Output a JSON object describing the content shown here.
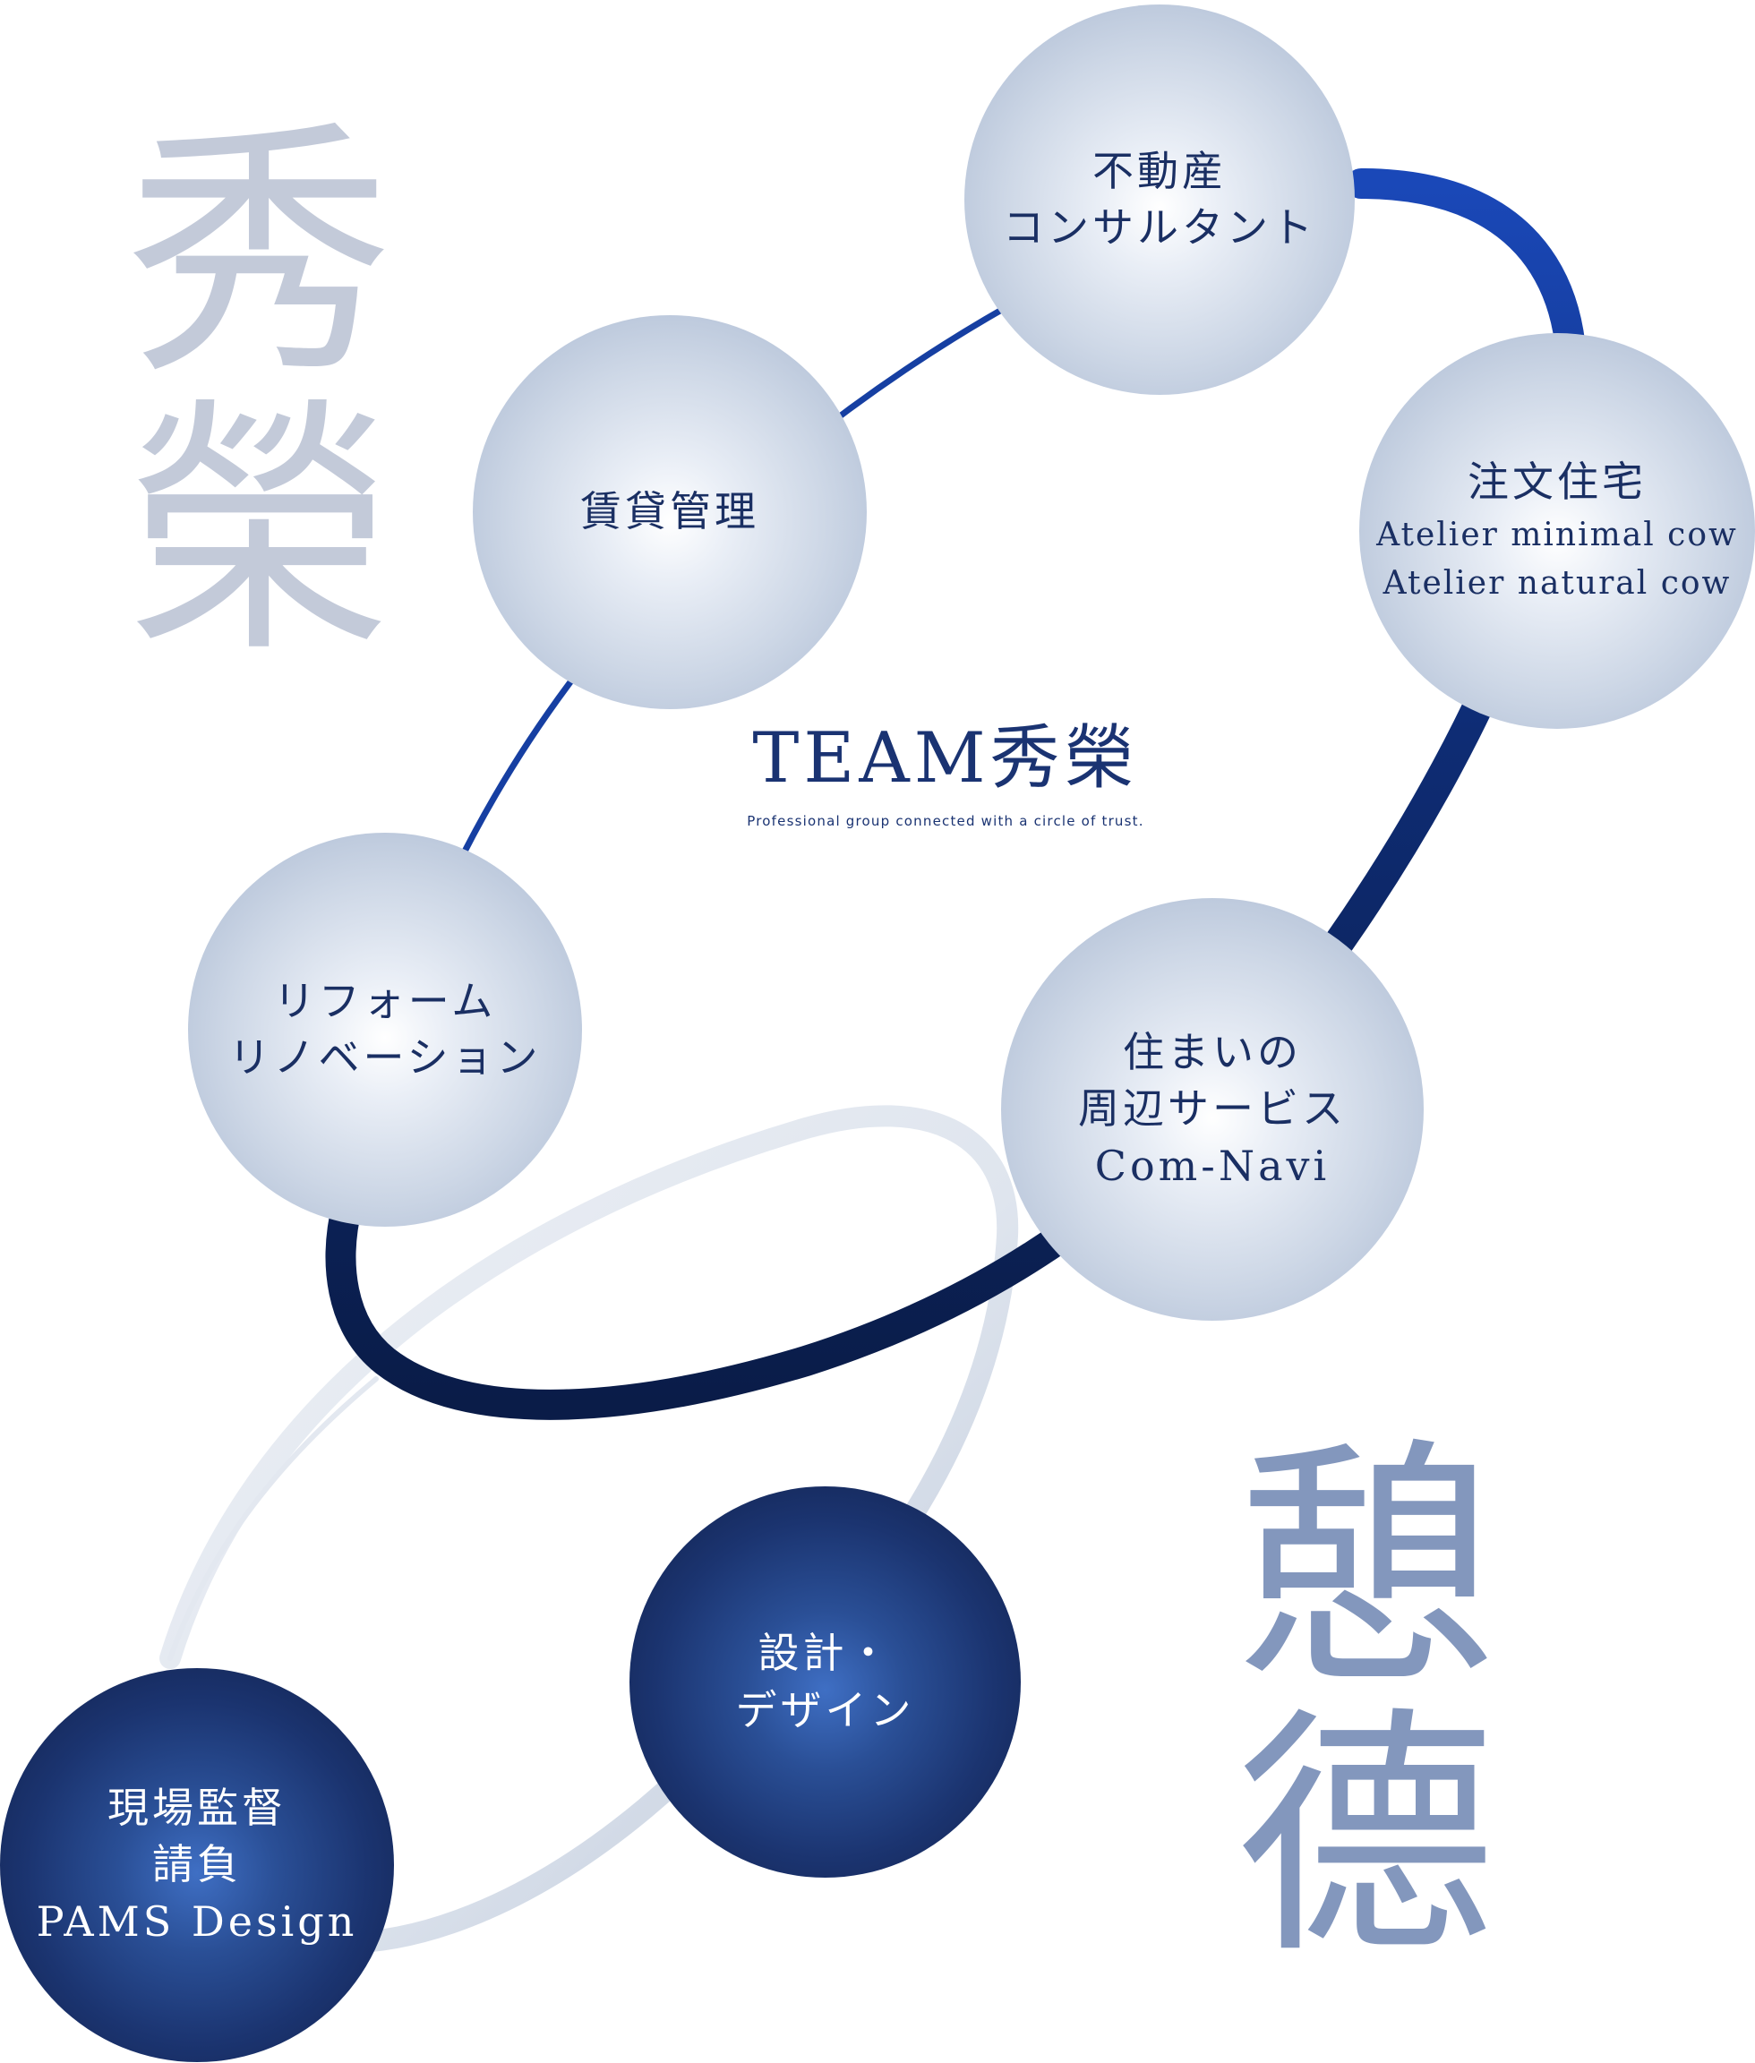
{
  "kanji": {
    "top_left": [
      "秀",
      "榮"
    ],
    "bottom_right": [
      "憩",
      "德"
    ]
  },
  "center": {
    "title": "TEAM秀榮",
    "subtitle": "Professional group connected with a circle of trust."
  },
  "nodes": {
    "realestate": {
      "lines": [
        "不動産",
        "コンサルタント"
      ]
    },
    "rental": {
      "lines": [
        "賃貸管理"
      ]
    },
    "custom_home": {
      "lines": [
        "注文住宅",
        "Atelier minimal cow",
        "Atelier natural cow"
      ]
    },
    "reform": {
      "lines": [
        "リフォーム",
        "リノベーション"
      ]
    },
    "services": {
      "lines": [
        "住まいの",
        "周辺サービス",
        "Com-Navi"
      ]
    },
    "design": {
      "lines": [
        "設計・",
        "デザイン"
      ]
    },
    "construction": {
      "lines": [
        "現場監督",
        "請負",
        "PAMS Design"
      ]
    }
  },
  "colors": {
    "ring_dark": "#0d1f52",
    "ring_blue": "#0f3aa0",
    "ring_light": "#c5cfdf",
    "kanji_light": "#c3cad9",
    "kanji_dark": "#8397bd",
    "text_navy": "#1a2f63"
  }
}
